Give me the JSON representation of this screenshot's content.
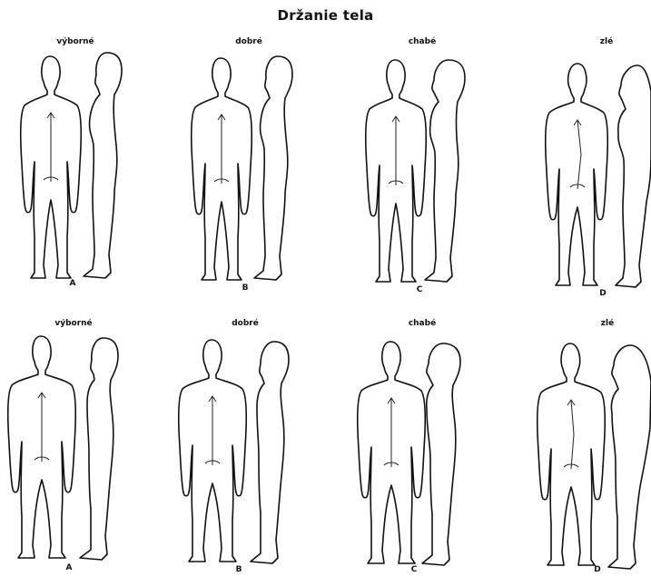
{
  "title": "Držanie tela",
  "rows": [
    {
      "panels": [
        {
          "quality": "výborné",
          "letter": "A"
        },
        {
          "quality": "dobré",
          "letter": "B"
        },
        {
          "quality": "chabé",
          "letter": "C"
        },
        {
          "quality": "zlé",
          "letter": "D"
        }
      ]
    },
    {
      "panels": [
        {
          "quality": "výborné",
          "letter": "A"
        },
        {
          "quality": "dobré",
          "letter": "B"
        },
        {
          "quality": "chabé",
          "letter": "C"
        },
        {
          "quality": "zlé",
          "letter": "D"
        }
      ]
    }
  ]
}
